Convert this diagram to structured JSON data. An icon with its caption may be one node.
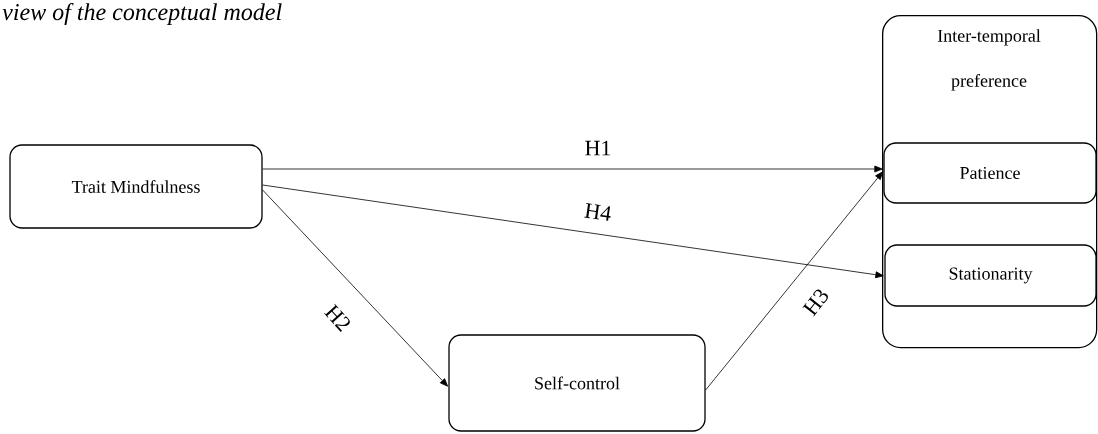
{
  "diagram": {
    "title": "view of the conceptual model",
    "nodes": [
      {
        "text": [
          "Trait Mindfulness"
        ]
      },
      {
        "text": [
          "Inter-temporal preference"
        ]
      },
      {
        "text": [
          "Patience"
        ],
        "in": 1
      },
      {
        "text": [
          "Stationarity"
        ],
        "in": 1
      },
      {
        "text": [
          "Self-control"
        ]
      }
    ],
    "edges": [
      {
        "from": 0,
        "to": 2,
        "arrow": "to",
        "label": "H1"
      },
      {
        "from": 0,
        "to": 3,
        "arrow": "to",
        "label": "H4"
      },
      {
        "from": 0,
        "to": 4,
        "arrow": "to",
        "label": "H2"
      },
      {
        "from": 4,
        "to": 2,
        "arrow": "to",
        "label": "H3"
      }
    ]
  }
}
